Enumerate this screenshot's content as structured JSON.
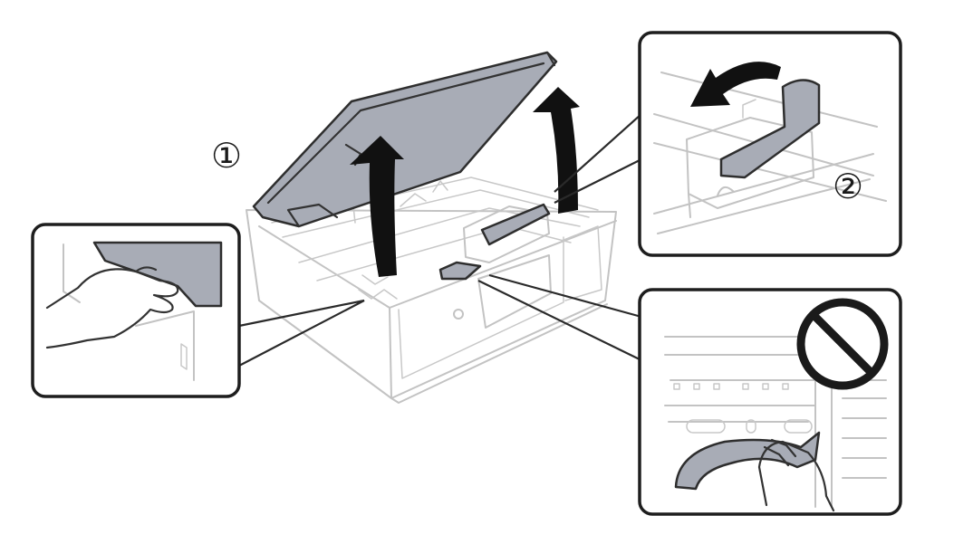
{
  "diagram": {
    "step_labels": [
      "①",
      "②"
    ],
    "colors": {
      "highlight_part": "#a8acb6",
      "outline_light": "#c3c3c3",
      "outline_dark": "#2e2e2e",
      "arrow": "#111111",
      "prohibition": "#1a1a1a"
    },
    "icons": [
      "lift-arrow",
      "rotate-arrow",
      "prohibition-icon",
      "hand-icon"
    ]
  }
}
